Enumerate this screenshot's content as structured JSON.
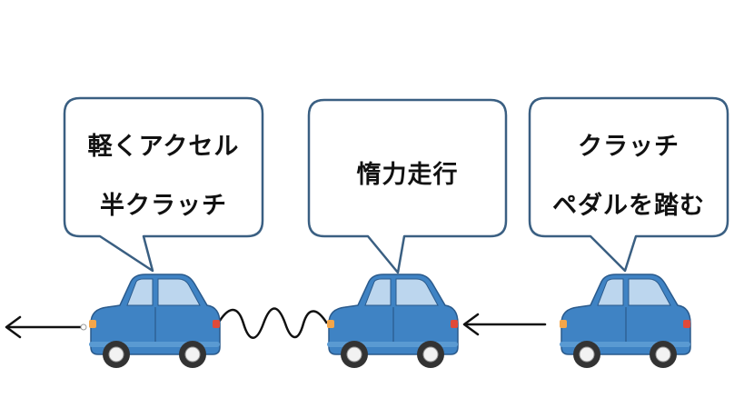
{
  "bubbles": [
    {
      "lines": [
        "軽くアクセル",
        "半クラッチ"
      ]
    },
    {
      "lines": [
        "惰力走行"
      ]
    },
    {
      "lines": [
        "クラッチ",
        "ペダルを踏む"
      ]
    }
  ],
  "colors": {
    "bubble_stroke": "#3a5f82",
    "bubble_fill": "#ffffff",
    "car_body": "#3f83c4",
    "car_outline": "#2a5a8c",
    "car_window": "#bcd6ee",
    "tire": "#333333",
    "hubcap": "#f2f2f2",
    "arrow": "#111111"
  },
  "icons": {
    "car": "car-icon",
    "tow_spring": "spring-icon",
    "arrow": "arrow-left-icon"
  }
}
